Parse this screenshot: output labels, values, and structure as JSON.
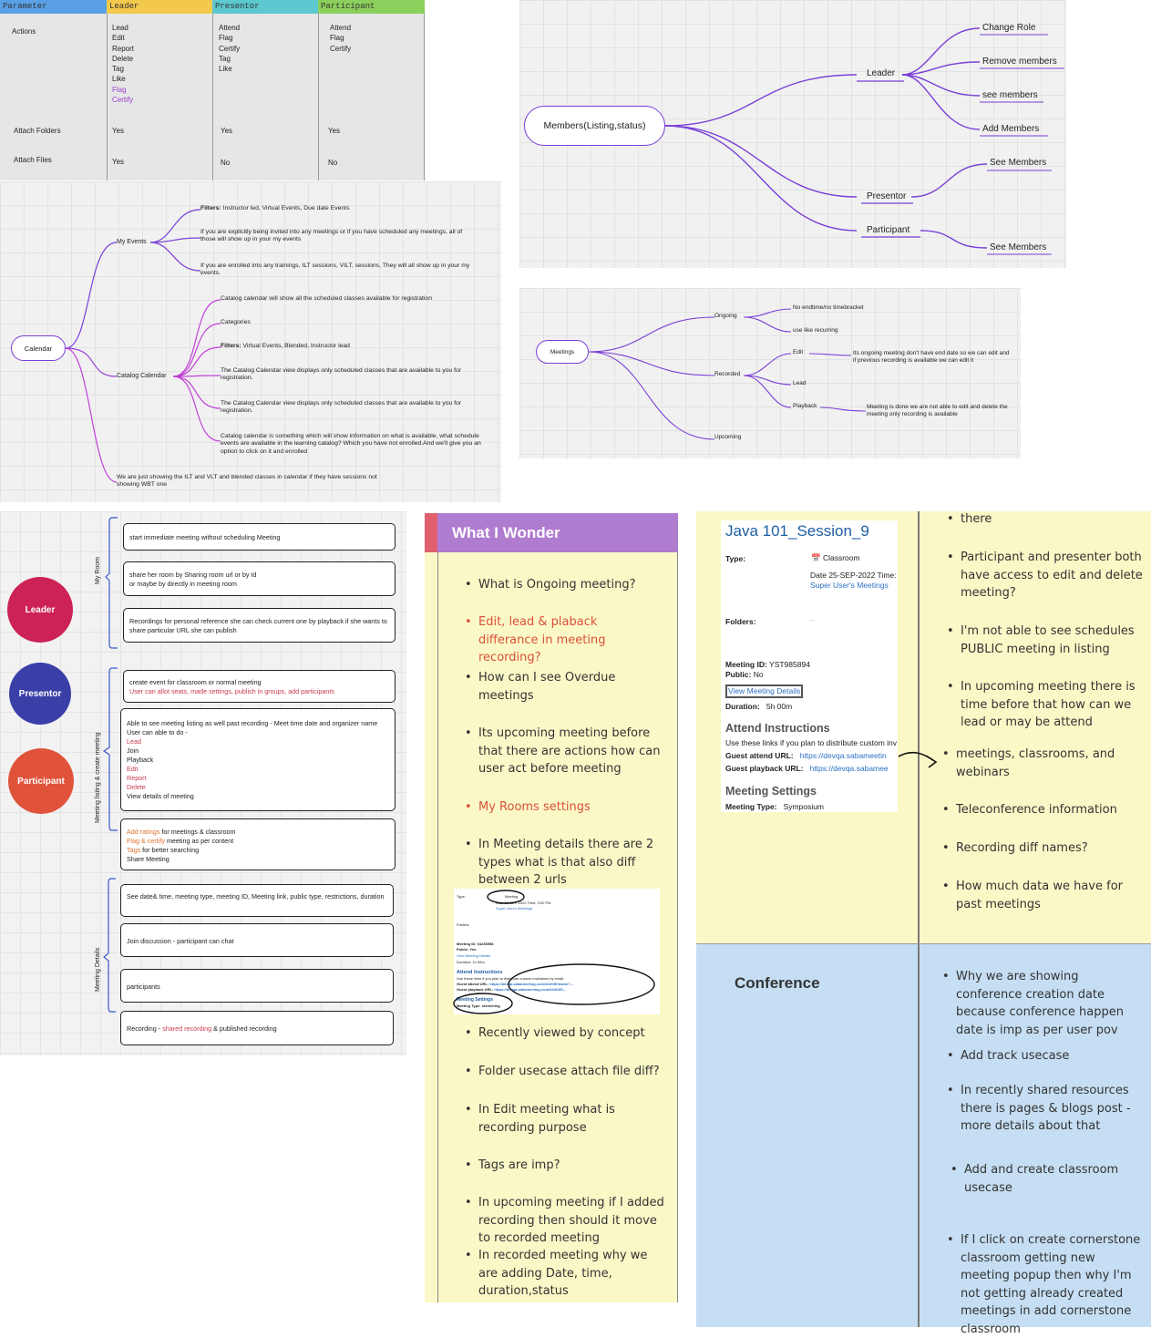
{
  "roles_table": {
    "headers": [
      {
        "label": "Parameter",
        "color": "#5aa0e6"
      },
      {
        "label": "Leader",
        "color": "#f2c94c"
      },
      {
        "label": "Presentor",
        "color": "#5cc8d0"
      },
      {
        "label": "Participant",
        "color": "#8ccf5c"
      }
    ],
    "rows": [
      {
        "param": "Actions",
        "leader": [
          "Lead",
          "Edit",
          "Report",
          "Delete",
          "Tag",
          "Like",
          "Flag",
          "Certify"
        ],
        "presentor": [
          "Attend",
          "Flag",
          "Certify",
          "Tag",
          "Like"
        ],
        "participant": [
          "Attend",
          "Flag",
          "Certify"
        ]
      },
      {
        "param": "Attach Folders",
        "leader": [
          "Yes"
        ],
        "presentor": [
          "Yes"
        ],
        "participant": [
          "Yes"
        ]
      },
      {
        "param": "Attach Files",
        "leader": [
          "Yes"
        ],
        "presentor": [
          "No"
        ],
        "participant": [
          "No"
        ]
      }
    ]
  },
  "members_map": {
    "root": "Members(Listing,status)",
    "nodes": [
      {
        "label": "Leader",
        "children": [
          "Change Role",
          "Remove members",
          "see members",
          "Add Members"
        ]
      },
      {
        "label": "Presentor",
        "children": [
          "See Members"
        ]
      },
      {
        "label": "Participant",
        "children": [
          "See Members"
        ]
      }
    ]
  },
  "calendar_map": {
    "root": "Calendar",
    "branches": [
      {
        "label": "My Events",
        "children": [
          {
            "bold": "Filters:",
            "text": " Instructor led, Virtual Events, Due date Events"
          },
          {
            "bold": "",
            "text": "If you are explicitly being invited into any meetings or if you have scheduled any meetings, all of those will show up in your my events"
          },
          {
            "bold": "",
            "text": "If you are enrolled into any trainings, ILT sessions, VILT, sessions,  They will all show up in your my events."
          }
        ]
      },
      {
        "label": "Catalog Calendar",
        "children": [
          {
            "bold": "",
            "text": "Catalog calendar will show all the scheduled classes available for registration"
          },
          {
            "bold": "",
            "text": "Categories"
          },
          {
            "bold": "Filters:",
            "text": " Virtual Events, Blended, Instructor lead"
          },
          {
            "bold": "",
            "text": "The Catalog Calendar view displays only scheduled classes that are available to you for registration."
          },
          {
            "bold": "",
            "text": "The Catalog Calendar view displays only scheduled classes that are available to you for registration."
          },
          {
            "bold": "",
            "text": "Catalog calendar is something which will show information on what is available, what schedule events are available in the learning catalog? Which you have not enrolled.And we'll give you an option to click on it and enrolled"
          }
        ]
      }
    ],
    "note": "We are just showing the ILT and VLT and blended classes in calendar if they have sessions not showing WBT one"
  },
  "meetings_map": {
    "root": "Meetings",
    "branches": [
      {
        "label": "Ongoing",
        "children": [
          "No endtime/no timebracket",
          "use like recurring"
        ]
      },
      {
        "label": "Recorded",
        "children": [
          "Edit",
          "Lead",
          "Playback"
        ]
      },
      {
        "label": "Upcoming",
        "children": []
      }
    ],
    "notes": {
      "edit": "Its ongoing meeting don't have end date so we can edit and if previous recording is available we can edit it",
      "playback": "Meeting is done we are not able to edit and delete the meeting only recording is available"
    }
  },
  "room_diagram": {
    "roles": [
      {
        "label": "Leader",
        "color": "#cc2255"
      },
      {
        "label": "Presentor",
        "color": "#3a3fa8"
      },
      {
        "label": "Participant",
        "color": "#e0533a"
      }
    ],
    "groups": [
      "My Room",
      "Meeting listing & create meeting",
      "Meeting Details"
    ],
    "boxes": {
      "b1": "start immediate meeting without scheduling Meeting",
      "b2a": "share her room by Sharing room url or by Id",
      "b2b": "or maybe by directly in meeting room",
      "b3": "Recordings for personal reference she can check current one by playback if she wants to share particular URL she can publish",
      "b4a": "create event for classroom or normal meeting",
      "b4b": "User can allot seats, made settings, publish in groups, add participants",
      "b5a": "Able to see meeting listing as well past recording - Meet time date and organizer name",
      "b5b": "User can able to do -",
      "b5_items": [
        {
          "t": "Lead",
          "c": "red"
        },
        {
          "t": "Join",
          "c": ""
        },
        {
          "t": "Playback",
          "c": ""
        },
        {
          "t": "Edit",
          "c": "red"
        },
        {
          "t": "Report",
          "c": "red"
        },
        {
          "t": "Delete",
          "c": "red"
        },
        {
          "t": "View details of meeting",
          "c": ""
        }
      ],
      "b6a_hl": "Add ratings",
      "b6a": " for meetings & classroom",
      "b6b_hl": "Flag & certify",
      "b6b": " meeting as per content",
      "b6c_hl": "Tags",
      "b6c": " for better searching",
      "b6d": "Share Meeting",
      "b7": "See date& time, meeting type, meeting ID, Meeting link, public type, restrictions, duration",
      "b8": "Join discussion - participant can chat",
      "b9": "participants",
      "b10a": "Recording - ",
      "b10_hl": "shared recording",
      "b10b": " & published recording"
    }
  },
  "wonder": {
    "title": "What I Wonder",
    "items_top": [
      {
        "t": "What is Ongoing meeting?",
        "red": false
      },
      {
        "t": "Edit, lead & plaback differance in meeting recording?",
        "red": true
      },
      {
        "t": "How can I see Overdue meetings",
        "red": false
      },
      {
        "t": "Its upcoming meeting before that there are actions how can user act before meeting",
        "red": false
      },
      {
        "t": "My Rooms settings",
        "red": true
      },
      {
        "t": "In Meeting details there are 2 types what is that also diff between 2 urls",
        "red": false
      }
    ],
    "items_bottom": [
      "Recently viewed by concept",
      "Folder usecase attach file diff?",
      "In Edit meeting what is recording purpose",
      "Tags are imp?",
      "In upcoming meeting if I added recording then should it move to recorded meeting",
      "In recorded meeting why we are adding Date, time, duration,status"
    ],
    "mini": {
      "type_label": "Type:",
      "type_value": "Meeting",
      "date_line": "Date 26-SEP-2022 Time: 3:00 PM",
      "sub": "Super User's Meetings",
      "folders": "Folders:",
      "mid": "Meeting ID: 04236958",
      "pub": "Public: Yes",
      "vmd": "View Meeting Details",
      "dur": "Duration:  1h 00m",
      "attend": "Attend Instructions",
      "use": "Use these links if you plan to distribute custom invitations by email.",
      "gau": "Guest attend URL:",
      "gau_v": "https://devqa.sabameeting.com/443/GE/main/?...",
      "gpu": "Guest playback URL:",
      "gpu_v": "https://devqa.sabameeting.com/443/GE/...",
      "ms": "Meeting Settings",
      "mt": "Meeting Type:",
      "mt_v": "shmeeting"
    }
  },
  "session_card": {
    "title": "Java 101_Session_9",
    "type_label": "Type:",
    "type_value": "Classroom",
    "date": "Date 25-SEP-2022 Time: -",
    "sub": "Super User's Meetings",
    "folders": "Folders:",
    "folders_v": "...",
    "mid_label": "Meeting ID:",
    "mid": "YST985894",
    "pub_label": "Public:",
    "pub": "No",
    "vmd": "View Meeting Details",
    "dur_label": "Duration:",
    "dur": "5h 00m",
    "attend": "Attend Instructions",
    "use": "Use these links if you plan to distribute custom inv",
    "gau": "Guest attend URL:",
    "gau_v": "https://devqa.sabameetin",
    "gpu": "Guest playback URL:",
    "gpu_v": "https://devqa.sabamee",
    "ms": "Meeting Settings",
    "mt": "Meeting Type:",
    "mt_v": "Symposium"
  },
  "questions_right": [
    "there",
    "Participant and presenter both have access to edit and delete meeting?",
    "I'm not able to see schedules PUBLIC meeting in listing",
    "In upcoming meeting there is time before that how can we lead or may be attend",
    "meetings, classrooms, and webinars",
    "Teleconference information",
    "Recording diff names?",
    "How much data we have for past meetings"
  ],
  "conference": {
    "title": "Conference",
    "items": [
      "Why we are showing conference creation date because conference happen date is imp as per user pov",
      "Add track usecase",
      "In recently shared resources there is pages & blogs post - more details about that",
      "Add and create classroom usecase",
      "If I click on create cornerstone classroom getting new meeting popup then why I'm not getting already created meetings in add cornerstone classroom"
    ]
  },
  "colors": {
    "sticky_yellow": "#fbf8c7",
    "sticky_blue": "#c5def3",
    "wonder_purple": "#b07cd0",
    "mind_purple": "#7a3fd6"
  }
}
